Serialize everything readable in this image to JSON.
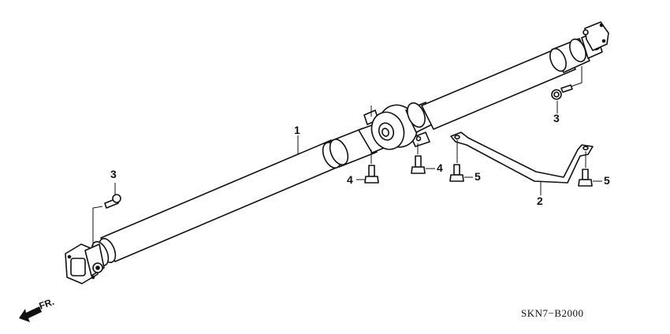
{
  "diagram": {
    "title": "Propeller shaft assembly exploded view",
    "diagram_code": "SKN7−B2000",
    "direction_indicator": {
      "label": "FR.",
      "icon": "arrow-front-icon"
    },
    "callouts": [
      {
        "id": "c1",
        "label": "1",
        "part": "propeller shaft"
      },
      {
        "id": "c2",
        "label": "2",
        "part": "stay / bracket"
      },
      {
        "id": "c3a",
        "label": "3",
        "part": "flange bolt (rear)"
      },
      {
        "id": "c3b",
        "label": "3",
        "part": "flange bolt (front)"
      },
      {
        "id": "c4a",
        "label": "4",
        "part": "center bearing bolt (left)"
      },
      {
        "id": "c4b",
        "label": "4",
        "part": "center bearing bolt (right)"
      },
      {
        "id": "c5a",
        "label": "5",
        "part": "stay bolt (left)"
      },
      {
        "id": "c5b",
        "label": "5",
        "part": "stay bolt (right)"
      }
    ],
    "colors": {
      "line": "#111111",
      "background": "#ffffff"
    }
  }
}
